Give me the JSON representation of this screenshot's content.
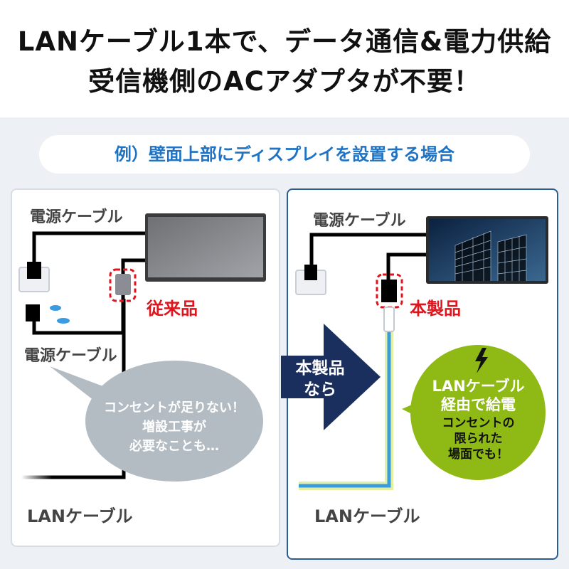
{
  "header": {
    "line1": "LANケーブル1本で、データ通信&電力供給",
    "line2": "受信機側のACアダプタが不要！"
  },
  "example_label": "例）壁面上部にディスプレイを設置する場合",
  "left_panel": {
    "power_cable_top": "電源ケーブル",
    "power_cable_bottom": "電源ケーブル",
    "conventional_label": "従来品",
    "bubble_lines": [
      "コンセントが足りない！",
      "増設工事が",
      "必要なことも…"
    ],
    "lan_cable": "LANケーブル"
  },
  "arrow": {
    "lines": [
      "本製品",
      "なら"
    ]
  },
  "right_panel": {
    "power_cable": "電源ケーブル",
    "product_label": "本製品",
    "bubble_title_lines": [
      "LANケーブル",
      "経由で給電"
    ],
    "bubble_sub_lines": [
      "コンセントの",
      "限られた",
      "場面でも！"
    ],
    "lan_cable": "LANケーブル"
  },
  "colors": {
    "accent_blue": "#1f73c4",
    "navy": "#1b2f5f",
    "green": "#8fb915",
    "red": "#e0141c",
    "lan_blue": "#3a9be0"
  }
}
